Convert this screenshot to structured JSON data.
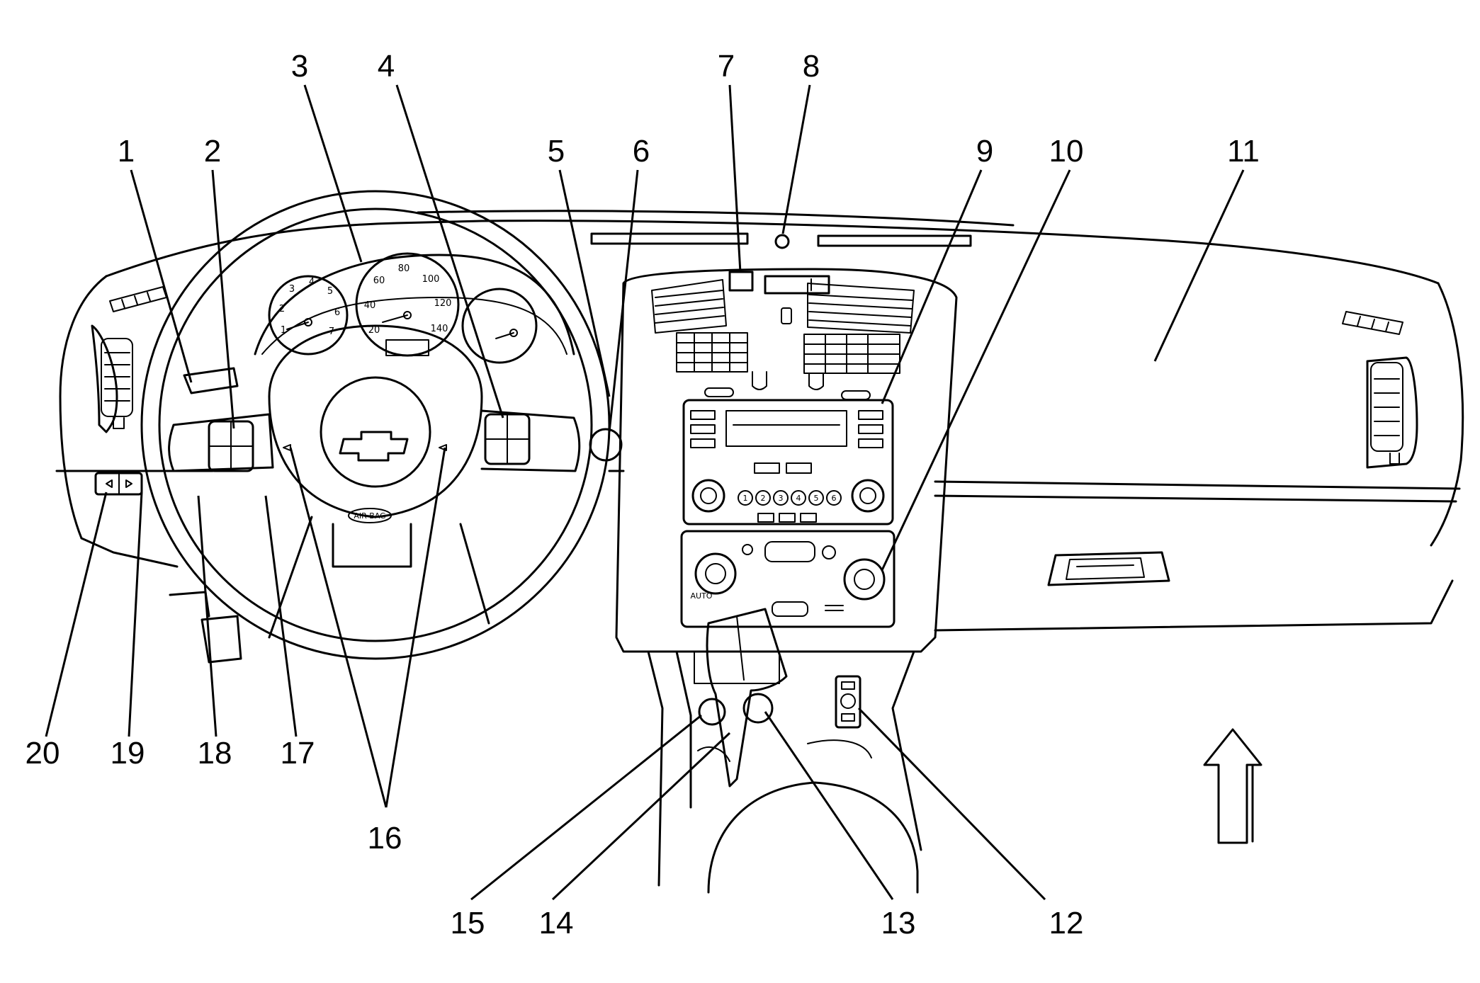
{
  "callouts": [
    {
      "id": "1",
      "text": "1"
    },
    {
      "id": "2",
      "text": "2"
    },
    {
      "id": "3",
      "text": "3"
    },
    {
      "id": "4",
      "text": "4"
    },
    {
      "id": "5",
      "text": "5"
    },
    {
      "id": "6",
      "text": "6"
    },
    {
      "id": "7",
      "text": "7"
    },
    {
      "id": "8",
      "text": "8"
    },
    {
      "id": "9",
      "text": "9"
    },
    {
      "id": "10",
      "text": "10"
    },
    {
      "id": "11",
      "text": "11"
    },
    {
      "id": "12",
      "text": "12"
    },
    {
      "id": "13",
      "text": "13"
    },
    {
      "id": "14",
      "text": "14"
    },
    {
      "id": "15",
      "text": "15"
    },
    {
      "id": "16",
      "text": "16"
    },
    {
      "id": "17",
      "text": "17"
    },
    {
      "id": "18",
      "text": "18"
    },
    {
      "id": "19",
      "text": "19"
    },
    {
      "id": "20",
      "text": "20"
    }
  ],
  "steering_wheel": {
    "airbag_label": "AIR BAG"
  },
  "cluster": {
    "tach_numbers": [
      "1",
      "2",
      "3",
      "4",
      "5",
      "6",
      "7"
    ],
    "speedo_numbers": [
      "20",
      "40",
      "60",
      "80",
      "100",
      "120",
      "140"
    ]
  },
  "radio": {
    "presets": [
      "1",
      "2",
      "3",
      "4",
      "5",
      "6"
    ]
  },
  "climate": {
    "auto_label": "AUTO"
  },
  "colors": {
    "line": "#000000",
    "background": "#ffffff"
  },
  "icons": {
    "forward_arrow": "arrow-up-icon"
  }
}
